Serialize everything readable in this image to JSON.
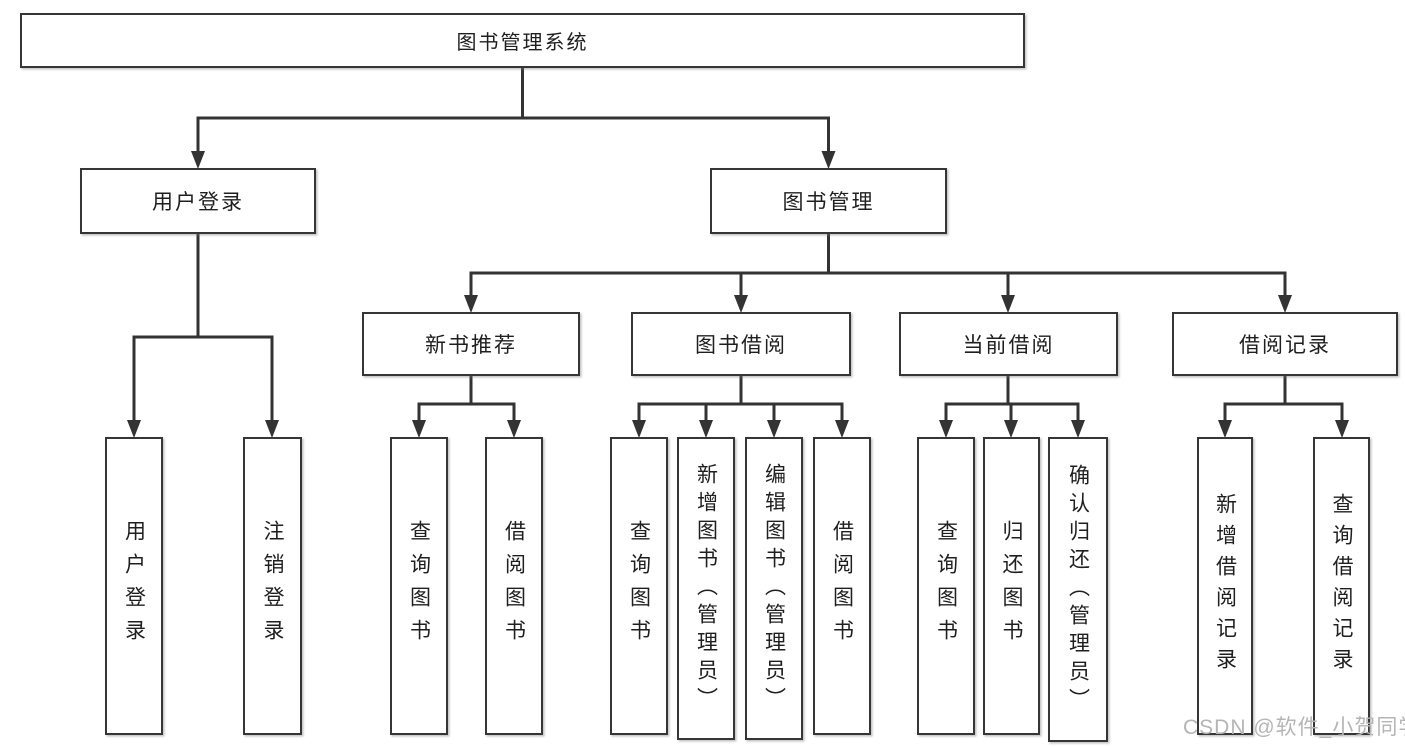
{
  "diagram_title": "图书管理系统",
  "tree": {
    "root": {
      "label": "图书管理系统",
      "children": [
        {
          "label": "用户登录",
          "children": [
            {
              "label": "用户登录"
            },
            {
              "label": "注销登录"
            }
          ]
        },
        {
          "label": "图书管理",
          "children": [
            {
              "label": "新书推荐",
              "children": [
                {
                  "label": "查询图书"
                },
                {
                  "label": "借阅图书"
                }
              ]
            },
            {
              "label": "图书借阅",
              "children": [
                {
                  "label": "查询图书"
                },
                {
                  "label": "新增图书（管理员）"
                },
                {
                  "label": "编辑图书（管理员）"
                },
                {
                  "label": "借阅图书"
                }
              ]
            },
            {
              "label": "当前借阅",
              "children": [
                {
                  "label": "查询图书"
                },
                {
                  "label": "归还图书"
                },
                {
                  "label": "确认归还（管理员）"
                }
              ]
            },
            {
              "label": "借阅记录",
              "children": [
                {
                  "label": "新增借阅记录"
                },
                {
                  "label": "查询借阅记录"
                }
              ]
            }
          ]
        }
      ]
    }
  },
  "watermark": {
    "text": "CSDN @软件_小贺同学"
  },
  "colors": {
    "background": "#ffffff",
    "box_border": "#363636",
    "line": "#333333",
    "text": "#1f1f1f",
    "watermark": "#b5b5b5"
  }
}
